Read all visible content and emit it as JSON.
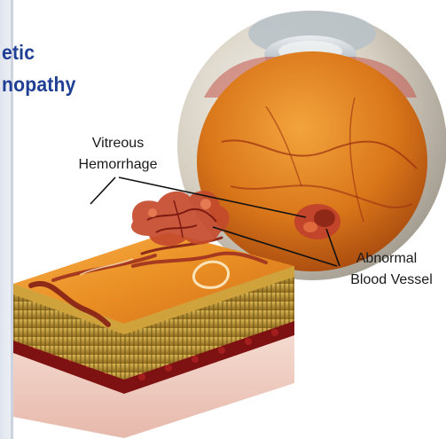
{
  "title": {
    "line1": "etic",
    "line2": "nopathy"
  },
  "labels": {
    "vitreous_hemorrhage": [
      "Vitreous",
      "Hemorrhage"
    ],
    "abnormal_blood_vessel": [
      "Abnormal",
      "Blood Vessel"
    ]
  },
  "colors": {
    "title": "#1f3f94",
    "side_panel": "#e4e8f1",
    "sclera": "#c9c1b3",
    "eye_interior": "#d9761a",
    "hemorrhage": "#c2442a",
    "retina_surface": "#e88a22",
    "nerve_fiber_layer": "#c9a13a",
    "blood_cells": "#8a1616",
    "tissue_base": "#f3d3c8"
  }
}
